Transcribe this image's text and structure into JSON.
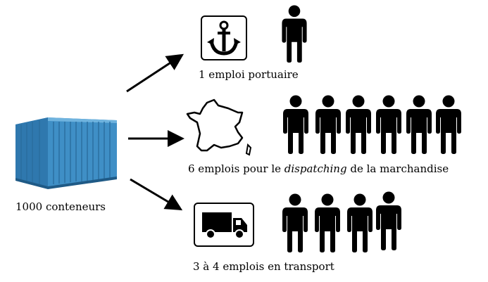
{
  "container": {
    "label": "1000 conteneurs",
    "color": "#3f8fc6"
  },
  "rows": [
    {
      "icon": "anchor-icon",
      "people": 1,
      "label": "1 emploi portuaire"
    },
    {
      "icon": "france-map-icon",
      "people": 6,
      "label_prefix": "6 emplois pour le ",
      "label_italic": "dispatching",
      "label_suffix": " de la marchandise"
    },
    {
      "icon": "truck-icon",
      "people": 4,
      "label": "3 à 4 emplois en transport"
    }
  ]
}
